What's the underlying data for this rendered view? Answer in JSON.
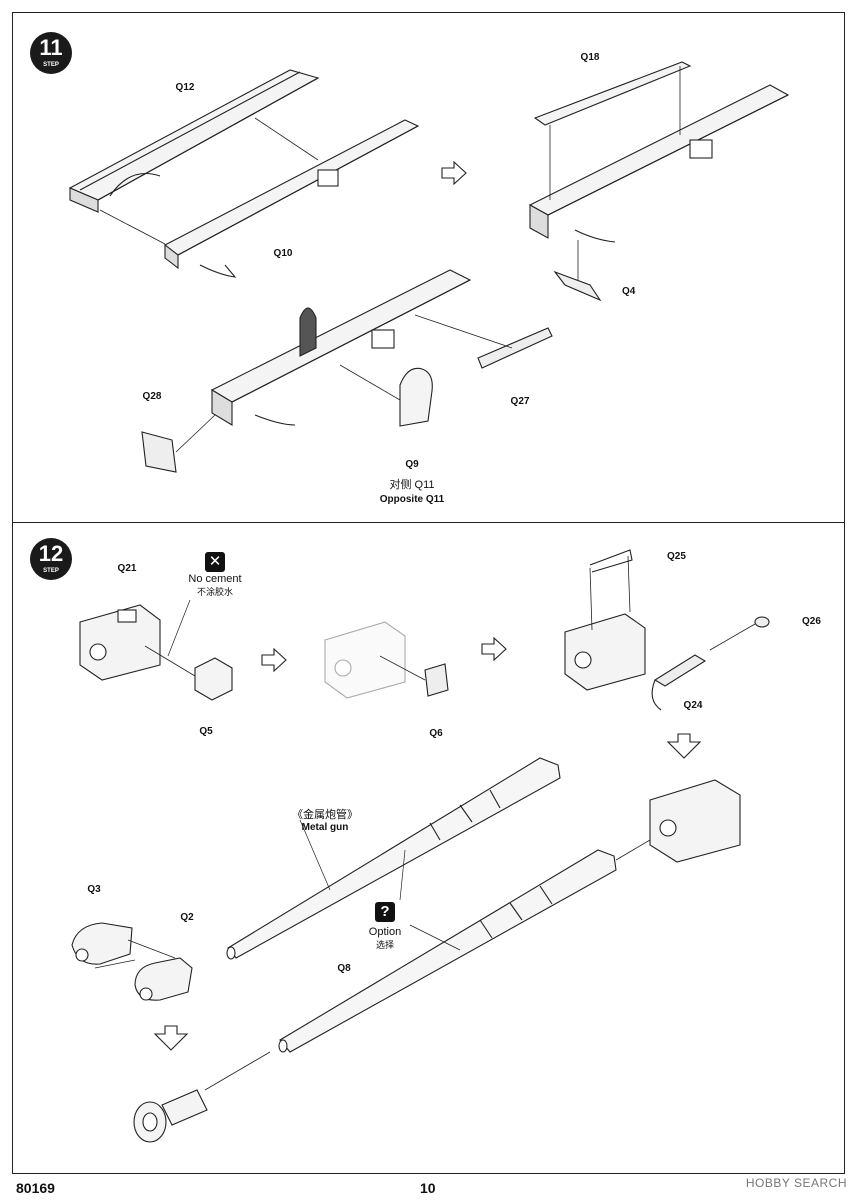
{
  "steps": [
    {
      "number": "11",
      "word": "STEP"
    },
    {
      "number": "12",
      "word": "STEP"
    }
  ],
  "step11": {
    "part_q12": "Q12",
    "part_q10": "Q10",
    "part_q18": "Q18",
    "part_q4": "Q4",
    "part_q28": "Q28",
    "part_q27": "Q27",
    "part_q9": "Q9",
    "opposite_cn": "对侧 Q11",
    "opposite_en": "Opposite Q11"
  },
  "step12": {
    "part_q21": "Q21",
    "no_cement_en": "No cement",
    "no_cement_cn": "不涂胶水",
    "no_cement_icon": "x-icon",
    "part_q5": "Q5",
    "part_q6": "Q6",
    "part_q25": "Q25",
    "part_q26": "Q26",
    "part_q24": "Q24",
    "metal_gun_cn": "《金属炮管》",
    "metal_gun_en": "Metal gun",
    "option_icon": "question-icon",
    "option_icon_glyph": "?",
    "option_en": "Option",
    "option_cn": "选择",
    "part_q8": "Q8",
    "part_q3": "Q3",
    "part_q2": "Q2"
  },
  "footer": {
    "code": "80169",
    "page": "10",
    "watermark": "HOBBY SEARCH"
  }
}
